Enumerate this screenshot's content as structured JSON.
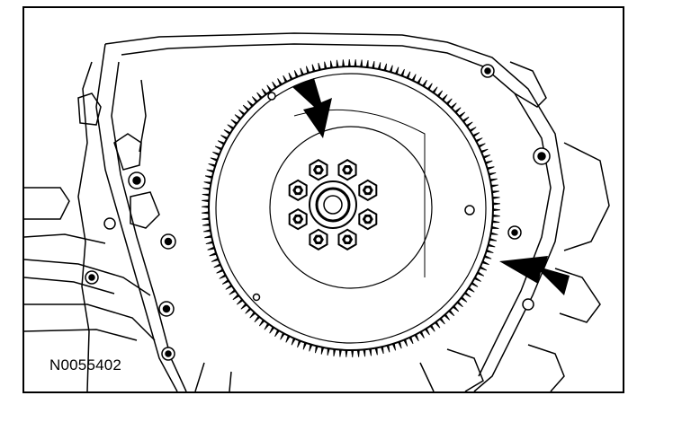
{
  "figure": {
    "id_label": "N0055402"
  },
  "colors": {
    "ink": "#000000",
    "paper": "#ffffff"
  },
  "annotations": [
    {
      "name": "arrow-to-bolts",
      "points_to": "flywheel-bolt-circle"
    },
    {
      "name": "arrow-to-ring-gear",
      "points_to": "flywheel-ring-gear"
    }
  ],
  "parts": {
    "flywheel_bolt_count": 8,
    "ring_gear_tooth_count": 150
  }
}
